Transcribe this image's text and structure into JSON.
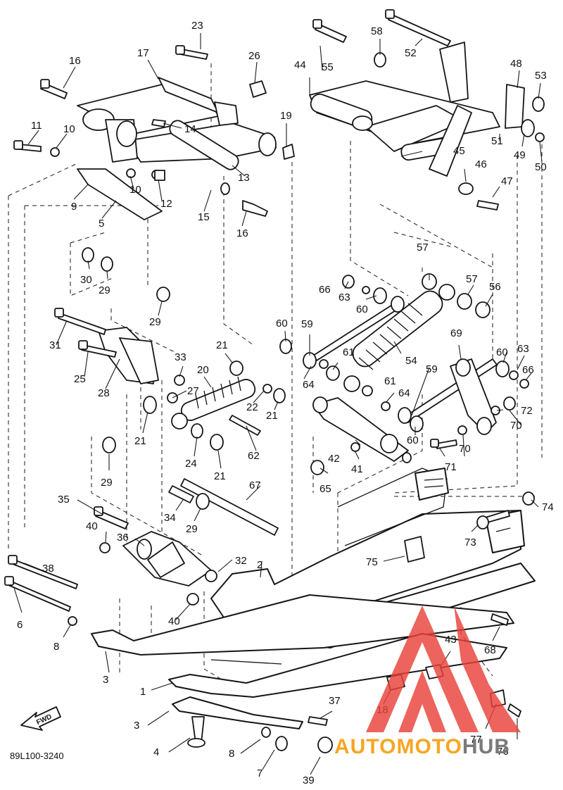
{
  "diagram": {
    "drawing_code": "89L100-3240",
    "fwd_label": "FWD",
    "callouts": [
      {
        "id": "c1",
        "label": "1"
      },
      {
        "id": "c2",
        "label": "2"
      },
      {
        "id": "c3a",
        "label": "3"
      },
      {
        "id": "c3b",
        "label": "3"
      },
      {
        "id": "c4",
        "label": "4"
      },
      {
        "id": "c5",
        "label": "5"
      },
      {
        "id": "c6",
        "label": "6"
      },
      {
        "id": "c7",
        "label": "7"
      },
      {
        "id": "c8a",
        "label": "8"
      },
      {
        "id": "c8b",
        "label": "8"
      },
      {
        "id": "c9",
        "label": "9"
      },
      {
        "id": "c10a",
        "label": "10"
      },
      {
        "id": "c10b",
        "label": "10"
      },
      {
        "id": "c11",
        "label": "11"
      },
      {
        "id": "c12",
        "label": "12"
      },
      {
        "id": "c13",
        "label": "13"
      },
      {
        "id": "c14",
        "label": "14"
      },
      {
        "id": "c15",
        "label": "15"
      },
      {
        "id": "c16a",
        "label": "16"
      },
      {
        "id": "c16b",
        "label": "16"
      },
      {
        "id": "c17",
        "label": "17"
      },
      {
        "id": "c18",
        "label": "18"
      },
      {
        "id": "c19",
        "label": "19"
      },
      {
        "id": "c20",
        "label": "20"
      },
      {
        "id": "c21a",
        "label": "21"
      },
      {
        "id": "c21b",
        "label": "21"
      },
      {
        "id": "c21c",
        "label": "21"
      },
      {
        "id": "c21d",
        "label": "21"
      },
      {
        "id": "c22",
        "label": "22"
      },
      {
        "id": "c23",
        "label": "23"
      },
      {
        "id": "c24",
        "label": "24"
      },
      {
        "id": "c25",
        "label": "25"
      },
      {
        "id": "c26",
        "label": "26"
      },
      {
        "id": "c27",
        "label": "27"
      },
      {
        "id": "c28",
        "label": "28"
      },
      {
        "id": "c29a",
        "label": "29"
      },
      {
        "id": "c29b",
        "label": "29"
      },
      {
        "id": "c29c",
        "label": "29"
      },
      {
        "id": "c29d",
        "label": "29"
      },
      {
        "id": "c30",
        "label": "30"
      },
      {
        "id": "c31",
        "label": "31"
      },
      {
        "id": "c32",
        "label": "32"
      },
      {
        "id": "c33",
        "label": "33"
      },
      {
        "id": "c34",
        "label": "34"
      },
      {
        "id": "c35",
        "label": "35"
      },
      {
        "id": "c36",
        "label": "36"
      },
      {
        "id": "c37",
        "label": "37"
      },
      {
        "id": "c38",
        "label": "38"
      },
      {
        "id": "c39",
        "label": "39"
      },
      {
        "id": "c40a",
        "label": "40"
      },
      {
        "id": "c40b",
        "label": "40"
      },
      {
        "id": "c41",
        "label": "41"
      },
      {
        "id": "c42",
        "label": "42"
      },
      {
        "id": "c43",
        "label": "43"
      },
      {
        "id": "c44",
        "label": "44"
      },
      {
        "id": "c45",
        "label": "45"
      },
      {
        "id": "c46",
        "label": "46"
      },
      {
        "id": "c47",
        "label": "47"
      },
      {
        "id": "c48",
        "label": "48"
      },
      {
        "id": "c49",
        "label": "49"
      },
      {
        "id": "c50",
        "label": "50"
      },
      {
        "id": "c51",
        "label": "51"
      },
      {
        "id": "c52",
        "label": "52"
      },
      {
        "id": "c53",
        "label": "53"
      },
      {
        "id": "c54",
        "label": "54"
      },
      {
        "id": "c55",
        "label": "55"
      },
      {
        "id": "c56",
        "label": "56"
      },
      {
        "id": "c57a",
        "label": "57"
      },
      {
        "id": "c57b",
        "label": "57"
      },
      {
        "id": "c58",
        "label": "58"
      },
      {
        "id": "c59a",
        "label": "59"
      },
      {
        "id": "c59b",
        "label": "59"
      },
      {
        "id": "c60a",
        "label": "60"
      },
      {
        "id": "c60b",
        "label": "60"
      },
      {
        "id": "c60c",
        "label": "60"
      },
      {
        "id": "c60d",
        "label": "60"
      },
      {
        "id": "c61a",
        "label": "61"
      },
      {
        "id": "c61b",
        "label": "61"
      },
      {
        "id": "c62",
        "label": "62"
      },
      {
        "id": "c63a",
        "label": "63"
      },
      {
        "id": "c63b",
        "label": "63"
      },
      {
        "id": "c64a",
        "label": "64"
      },
      {
        "id": "c64b",
        "label": "64"
      },
      {
        "id": "c65",
        "label": "65"
      },
      {
        "id": "c66a",
        "label": "66"
      },
      {
        "id": "c66b",
        "label": "66"
      },
      {
        "id": "c67",
        "label": "67"
      },
      {
        "id": "c68",
        "label": "68"
      },
      {
        "id": "c69",
        "label": "69"
      },
      {
        "id": "c70a",
        "label": "70"
      },
      {
        "id": "c70b",
        "label": "70"
      },
      {
        "id": "c71",
        "label": "71"
      },
      {
        "id": "c72",
        "label": "72"
      },
      {
        "id": "c73",
        "label": "73"
      },
      {
        "id": "c74",
        "label": "74"
      },
      {
        "id": "c75",
        "label": "75"
      },
      {
        "id": "c76",
        "label": "76"
      },
      {
        "id": "c77",
        "label": "77"
      }
    ]
  },
  "watermark": {
    "text_part1": "AUTOMOTO",
    "text_part2": "HUB",
    "color_orange": "#f6a623",
    "color_gray": "#7a7a7a",
    "color_logo": "#e8433a"
  }
}
